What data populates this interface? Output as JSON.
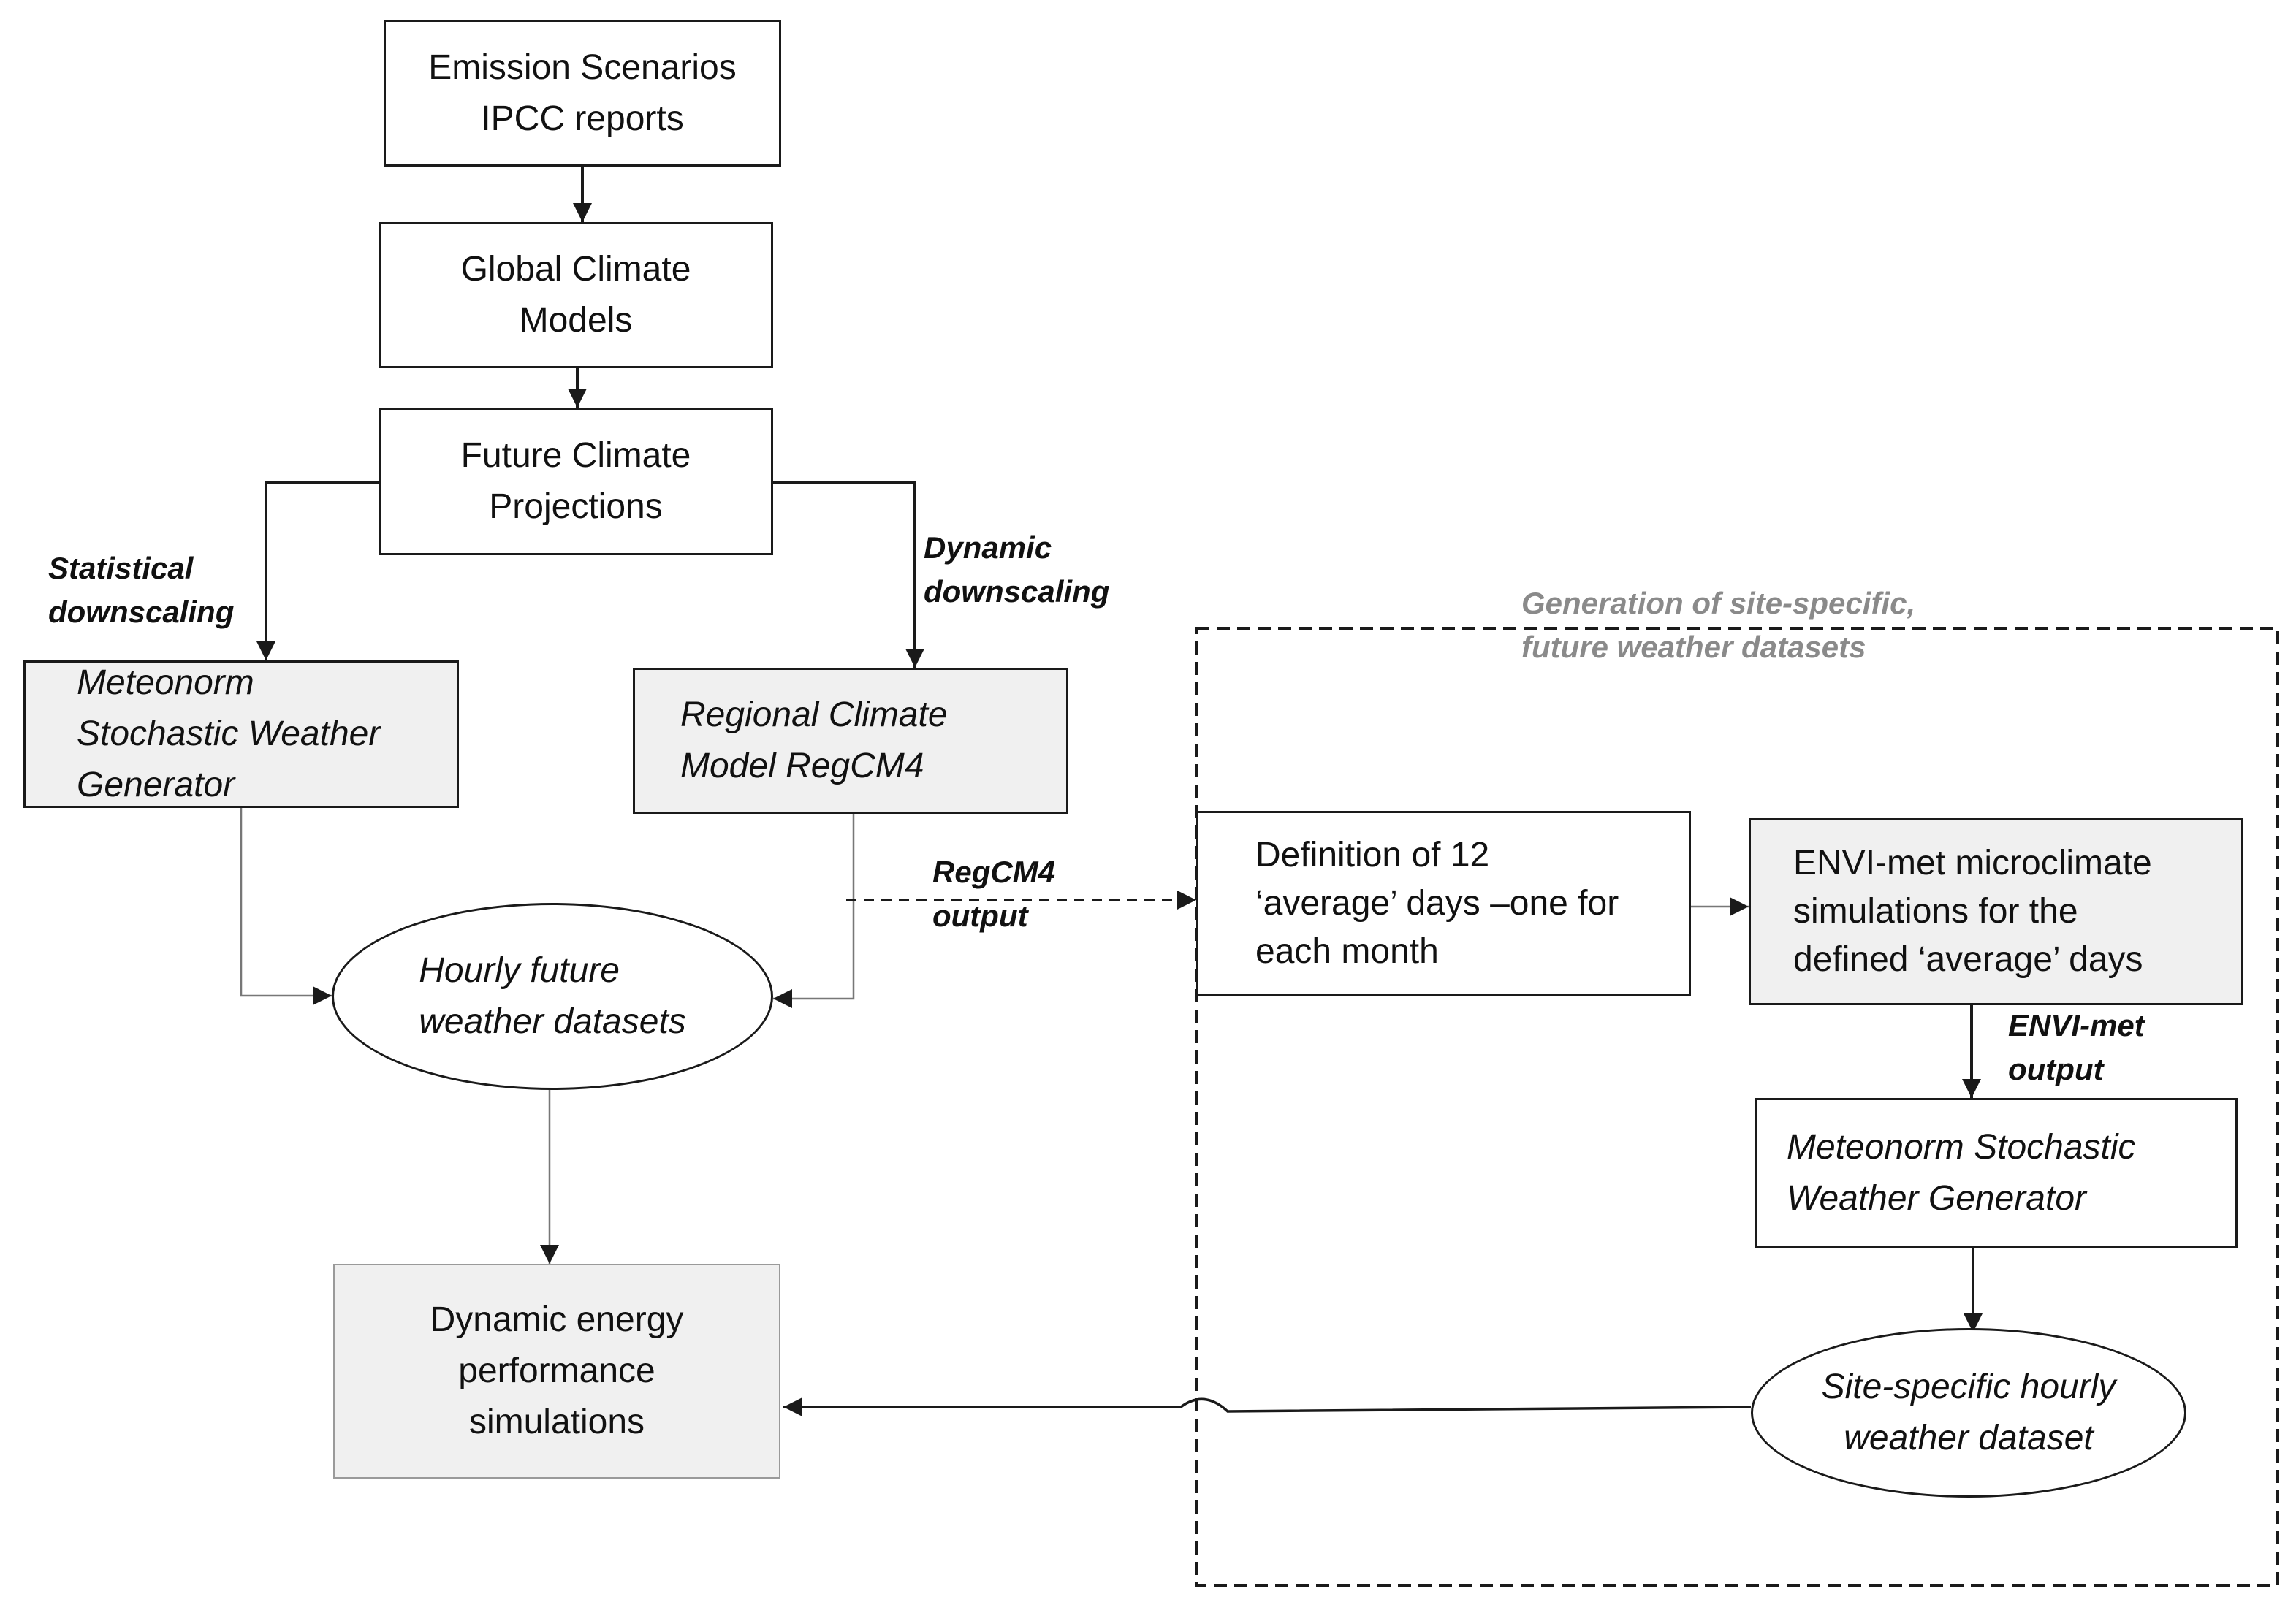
{
  "nodes": {
    "emission": {
      "text": "Emission Scenarios\nIPCC reports"
    },
    "gcm": {
      "text": "Global Climate\nModels"
    },
    "fcp": {
      "text": "Future Climate\nProjections"
    },
    "meteonorm_left": {
      "text": "Meteonorm\nStochastic Weather\nGenerator"
    },
    "regcm": {
      "text": "Regional Climate\nModel RegCM4"
    },
    "hourly": {
      "text": "Hourly future\nweather datasets"
    },
    "dynamic_energy": {
      "text": "Dynamic energy\nperformance\nsimulations"
    },
    "definition": {
      "text": "Definition of 12\n‘average’ days –one for\neach month"
    },
    "envi": {
      "text": "ENVI-met microclimate\nsimulations  for the\ndefined ‘average’ days"
    },
    "meteonorm_right": {
      "text": "Meteonorm Stochastic\nWeather Generator"
    },
    "site_specific": {
      "text": "Site-specific hourly\nweather dataset"
    }
  },
  "edge_labels": {
    "statistical": "Statistical\ndownscaling",
    "dynamic": "Dynamic\ndownscaling",
    "regcm4_output": "RegCM4\noutput",
    "envi_output": "ENVI-met\noutput"
  },
  "group": {
    "title": "Generation of site-specific,\nfuture weather datasets"
  },
  "colors": {
    "stroke": "#1a1a1a",
    "light_stroke": "#777777",
    "gray_fill": "#f0f0f0",
    "group_title": "#8a8a8a"
  }
}
